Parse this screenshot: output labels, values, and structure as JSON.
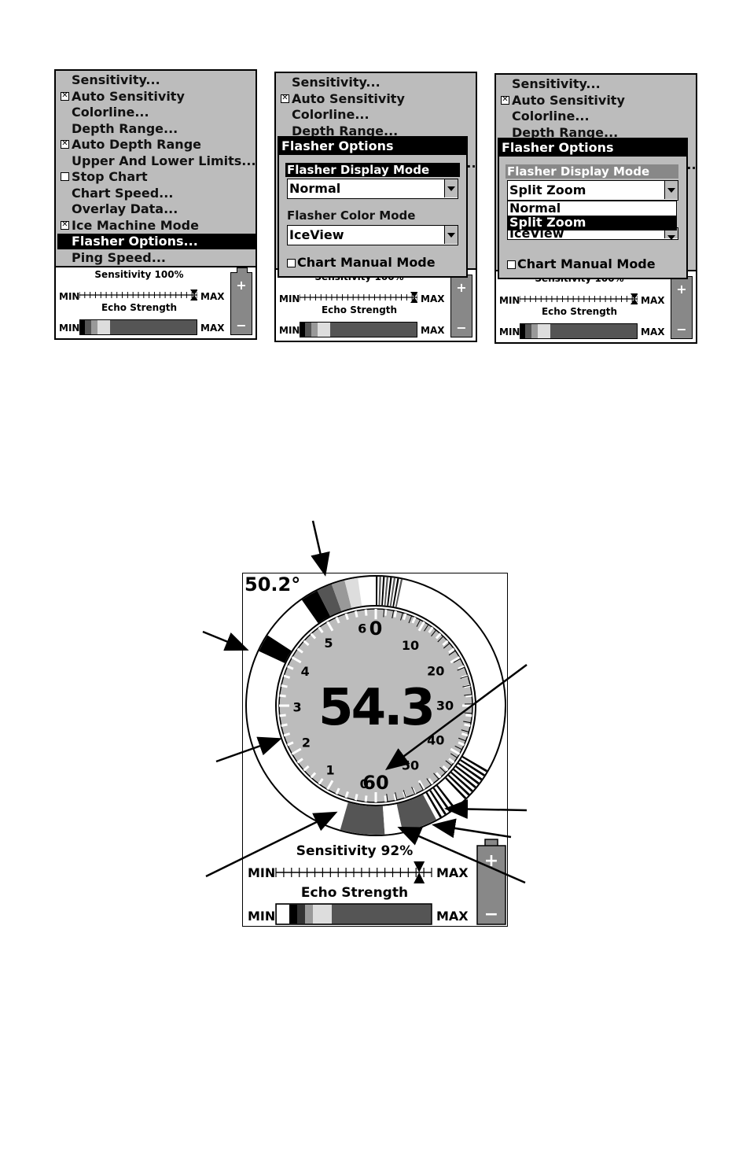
{
  "menu": {
    "items": [
      {
        "label": "Sensitivity...",
        "check": null
      },
      {
        "label": "Auto Sensitivity",
        "check": true
      },
      {
        "label": "Colorline...",
        "check": null
      },
      {
        "label": "Depth Range...",
        "check": null
      },
      {
        "label": "Auto Depth Range",
        "check": true
      },
      {
        "label": "Upper And Lower Limits...",
        "check": null
      },
      {
        "label": "Stop Chart",
        "check": false
      },
      {
        "label": "Chart Speed...",
        "check": null
      },
      {
        "label": "Overlay Data...",
        "check": null
      },
      {
        "label": "Ice Machine Mode",
        "check": true
      },
      {
        "label": "Flasher Options...",
        "check": null,
        "selected": true
      },
      {
        "label": "Ping Speed...",
        "check": null
      }
    ]
  },
  "status": {
    "sensitivity_label": "Sensitivity 100%",
    "sensitivity_percent": 100,
    "echo_label": "Echo Strength",
    "min": "MIN",
    "max": "MAX",
    "plus": "+",
    "minus": "−"
  },
  "flasher_options": {
    "title": "Flasher Options",
    "display_mode_label": "Flasher Display Mode",
    "display_mode_value_1": "Normal",
    "display_mode_value_2": "Split Zoom",
    "color_mode_label": "Flasher Color Mode",
    "color_mode_value": "IceView",
    "chart_manual_label": "Chart Manual Mode",
    "options": [
      "Normal",
      "Split Zoom"
    ],
    "options_selected": "Split Zoom"
  },
  "flasher": {
    "temperature": "50.2°",
    "depth": "54.3",
    "sensitivity_label": "Sensitivity 92%",
    "sensitivity_percent": 92,
    "echo_label": "Echo Strength",
    "min": "MIN",
    "max": "MAX",
    "zoom_scale": [
      "6",
      "5",
      "4",
      "3",
      "2",
      "1",
      "0"
    ],
    "main_scale": [
      "0",
      "10",
      "20",
      "30",
      "40",
      "50",
      "60"
    ],
    "plus": "+",
    "minus": "−"
  },
  "colors": {
    "screen_bg": "#bcbcbc",
    "dark_gray": "#555555",
    "black": "#000000"
  }
}
